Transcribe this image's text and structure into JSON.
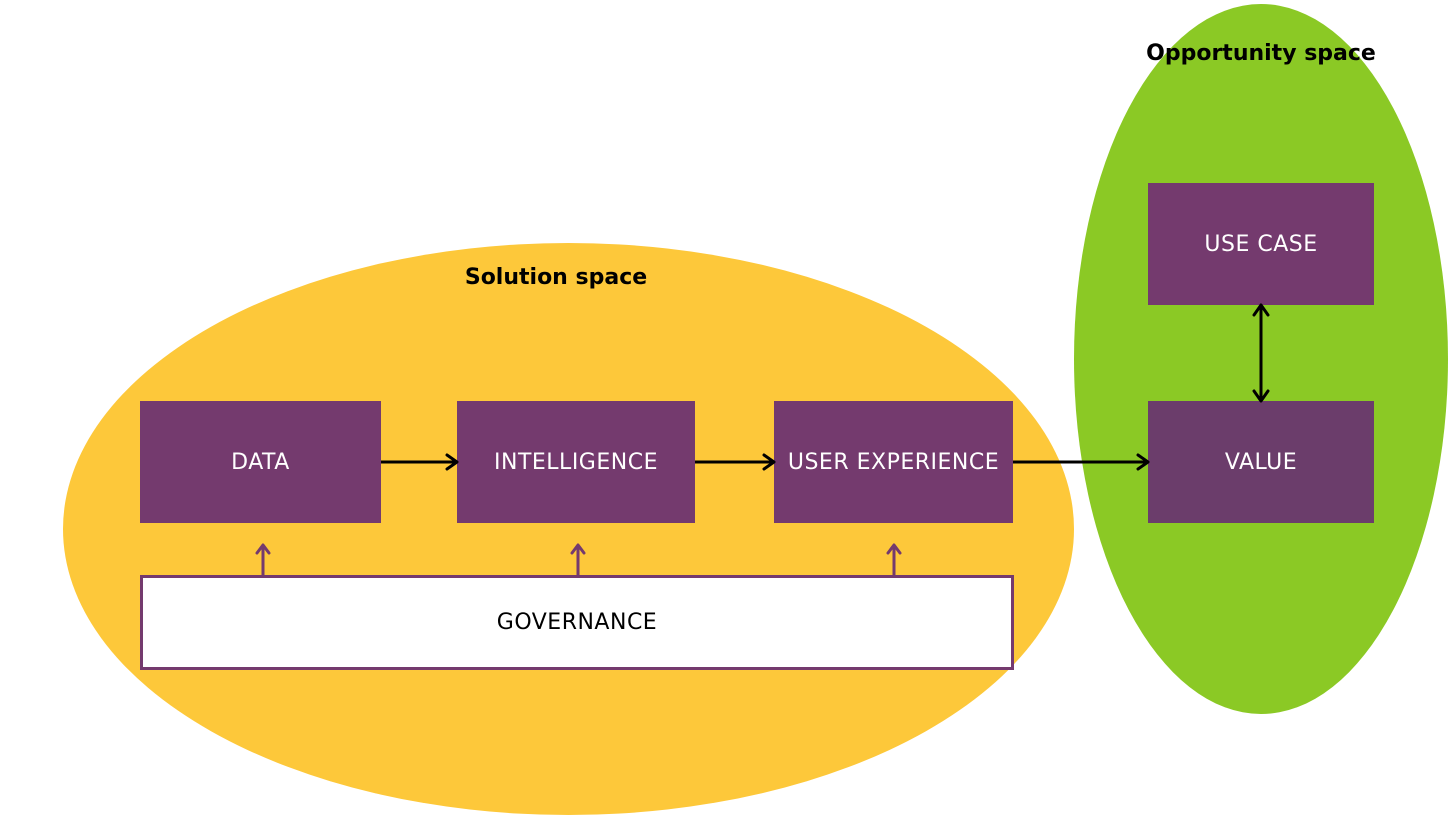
{
  "colors": {
    "solution_fill": "#fdc83a",
    "opportunity_fill": "#8bc925",
    "box_fill": "#743a6e",
    "value_fill": "#6b3d6b",
    "governance_border": "#743a6e",
    "arrow_dark": "#000000",
    "arrow_purple": "#743a6e"
  },
  "spaces": {
    "solution": {
      "title": "Solution space"
    },
    "opportunity": {
      "title": "Opportunity space"
    }
  },
  "nodes": {
    "data": {
      "label": "DATA"
    },
    "intelligence": {
      "label": "INTELLIGENCE"
    },
    "user_experience": {
      "label": "USER EXPERIENCE"
    },
    "use_case": {
      "label": "USE CASE"
    },
    "value": {
      "label": "VALUE"
    },
    "governance": {
      "label": "GOVERNANCE"
    }
  },
  "edges": [
    {
      "from": "data",
      "to": "intelligence",
      "style": "arrow"
    },
    {
      "from": "intelligence",
      "to": "user_experience",
      "style": "arrow"
    },
    {
      "from": "user_experience",
      "to": "value",
      "style": "arrow"
    },
    {
      "from": "use_case",
      "to": "value",
      "style": "double-arrow"
    },
    {
      "from": "governance",
      "to": "data",
      "style": "arrow"
    },
    {
      "from": "governance",
      "to": "intelligence",
      "style": "arrow"
    },
    {
      "from": "governance",
      "to": "user_experience",
      "style": "arrow"
    }
  ]
}
